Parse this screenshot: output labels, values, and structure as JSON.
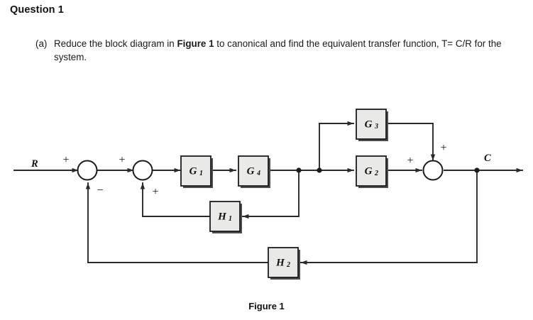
{
  "header": {
    "question_title": "Question 1"
  },
  "prompt": {
    "marker": "(a)",
    "text_part1": "Reduce the block diagram in ",
    "text_bold": "Figure 1",
    "text_part2": " to canonical and find the equivalent transfer function, T= C/R for the system."
  },
  "figure": {
    "caption": "Figure 1",
    "signals": {
      "input": "R",
      "output": "C"
    },
    "blocks": [
      {
        "id": "G1",
        "letter": "G",
        "sub": "1",
        "label": "G₁"
      },
      {
        "id": "G4",
        "letter": "G",
        "sub": "4",
        "label": "G₄"
      },
      {
        "id": "G3",
        "letter": "G",
        "sub": "3",
        "label": "G₃"
      },
      {
        "id": "G2",
        "letter": "G",
        "sub": "2",
        "label": "G₂"
      },
      {
        "id": "H1",
        "letter": "H",
        "sub": "1",
        "label": "H₁"
      },
      {
        "id": "H2",
        "letter": "H",
        "sub": "2",
        "label": "H₂"
      }
    ],
    "summing_junctions": [
      {
        "id": "sum1",
        "sign_in": "+",
        "sign_feedback": "−"
      },
      {
        "id": "sum2",
        "sign_in": "+",
        "sign_feedback": "+"
      },
      {
        "id": "sum3",
        "sign_in": "+",
        "sign_feedback": "+"
      }
    ],
    "signs": {
      "plus": "+",
      "minus": "−"
    },
    "colors": {
      "block_fill": "#e9e9e7",
      "block_stroke": "#1c1c1c",
      "wire": "#2a2a2a",
      "page_background": "#ffffff",
      "text": "#111111"
    }
  }
}
